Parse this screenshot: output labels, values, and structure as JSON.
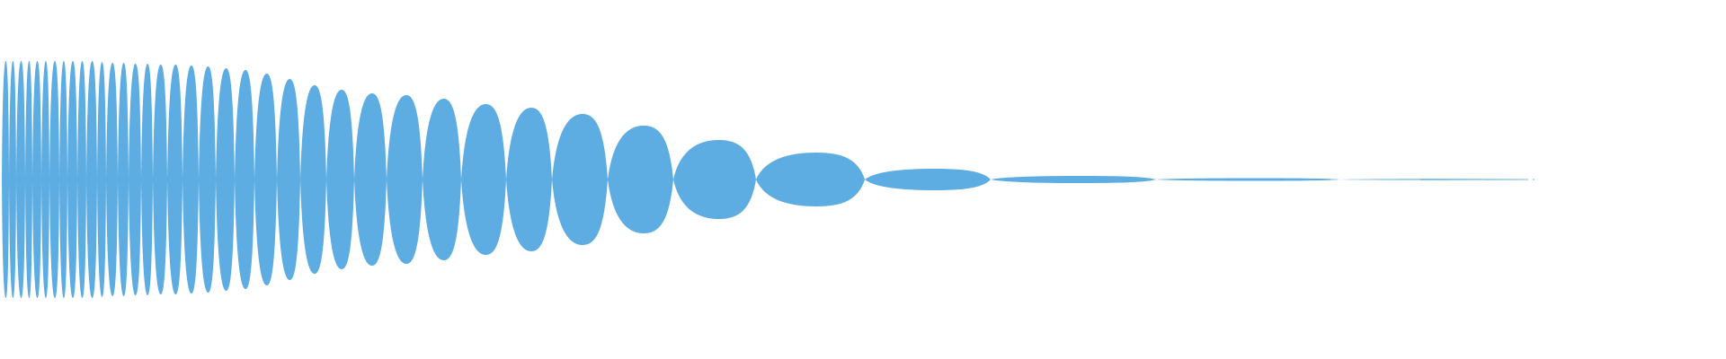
{
  "waveform": {
    "kind": "audio-waveform",
    "color": "#5DADE2",
    "background": "#FFFFFF",
    "envelope": "decaying",
    "lobe_count": 38,
    "relative_peak_amplitude": 1.0,
    "relative_final_amplitude": 0.0
  }
}
